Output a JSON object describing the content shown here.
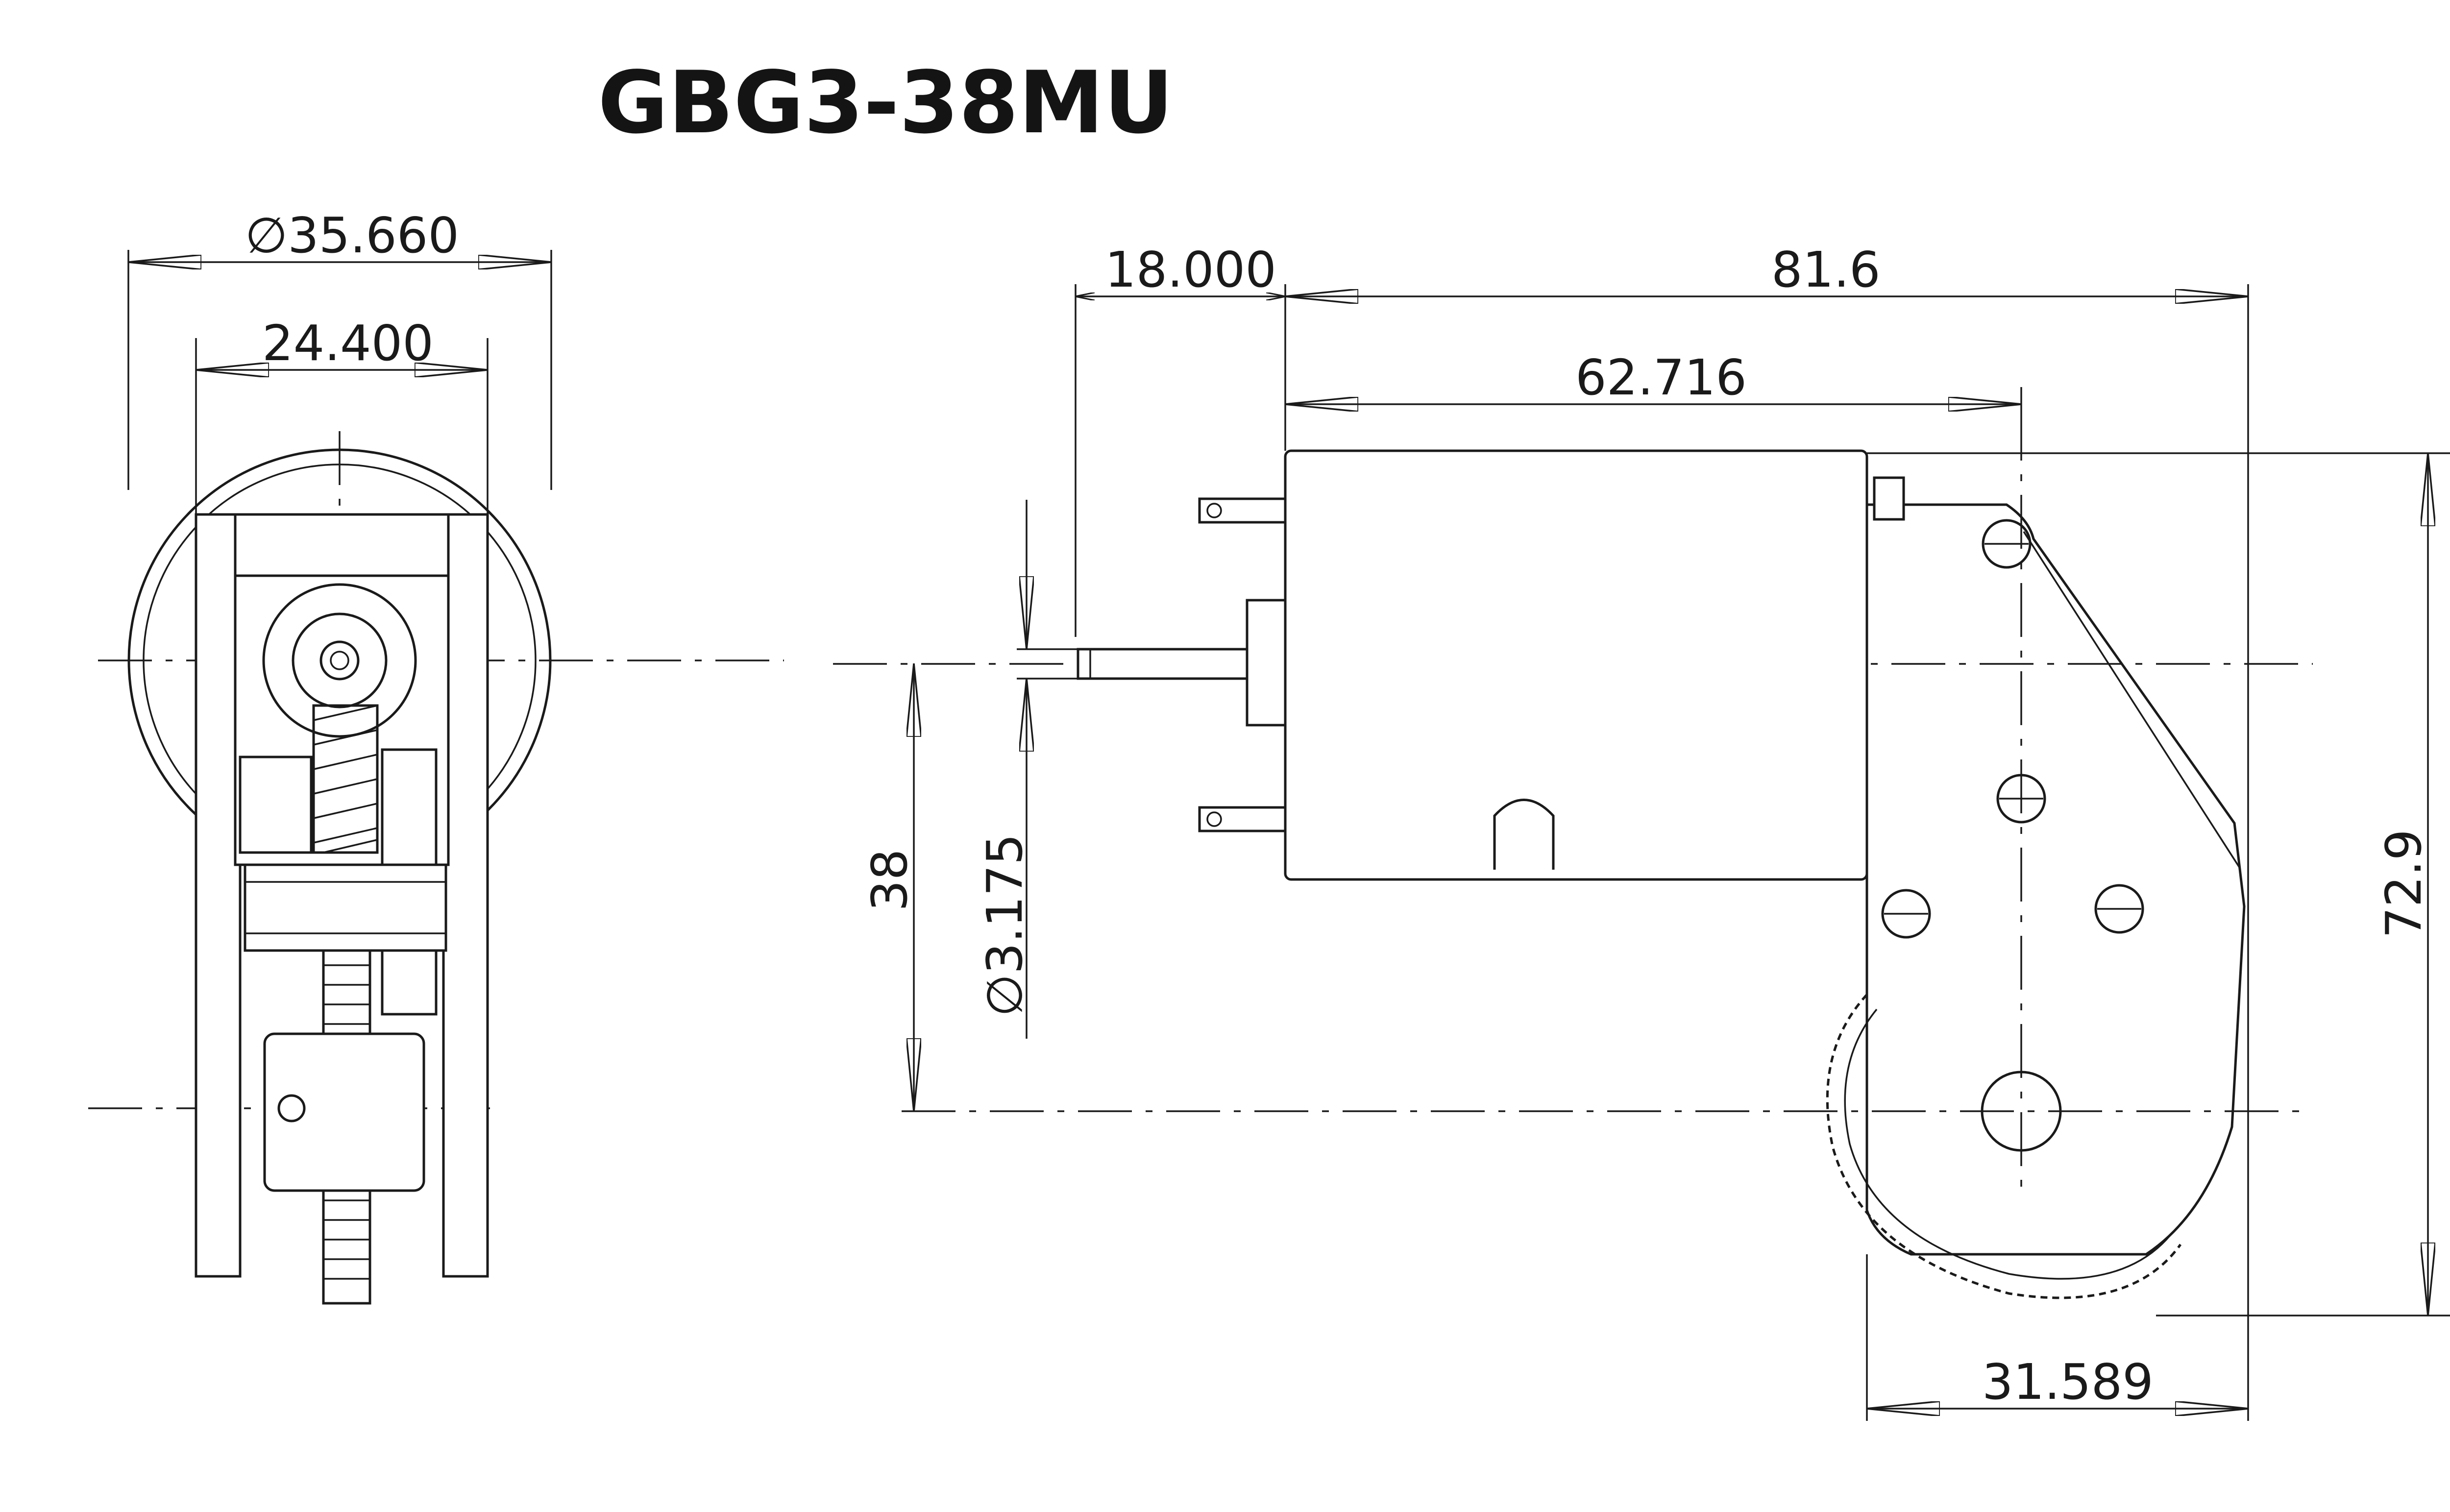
{
  "title": "GBG3-38MU",
  "dimensions": {
    "outer_diameter": "35.660",
    "diameter_symbol": "∅",
    "bracket_width": "24.400",
    "shaft_length": "18.000",
    "overall_length": "81.6",
    "motor_length": "62.716",
    "center_distance": "38",
    "shaft_diameter": "3.175",
    "overall_height": "72.9",
    "gearbox_depth": "31.589"
  }
}
